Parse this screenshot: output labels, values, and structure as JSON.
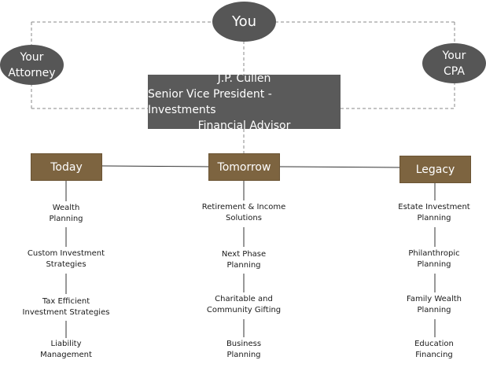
{
  "you": "You",
  "attorney": {
    "line1": "Your",
    "line2": "Attorney"
  },
  "cpa": {
    "line1": "Your",
    "line2": "CPA"
  },
  "advisor": {
    "name": "J.P. Cullen",
    "title": "Senior Vice President - Investments",
    "role": "Financial Advisor"
  },
  "columns": [
    {
      "label": "Today",
      "items": [
        [
          "Wealth",
          "Planning"
        ],
        [
          "Custom Investment",
          "Strategies"
        ],
        [
          "Tax Efficient",
          "Investment Strategies"
        ],
        [
          "Liability",
          "Management"
        ]
      ]
    },
    {
      "label": "Tomorrow",
      "items": [
        [
          "Retirement & Income",
          "Solutions"
        ],
        [
          "Next Phase",
          "Planning"
        ],
        [
          "Charitable and",
          "Community Gifting"
        ],
        [
          "Business",
          "Planning"
        ]
      ]
    },
    {
      "label": "Legacy",
      "items": [
        [
          "Estate Investment",
          "Planning"
        ],
        [
          "Philanthropic",
          "Planning"
        ],
        [
          "Family Wealth",
          "Planning"
        ],
        [
          "Education",
          "Financing"
        ]
      ]
    }
  ],
  "colors": {
    "node": "#565656",
    "category": "#7d6440",
    "line": "#333333",
    "dashed": "#8a8a8a"
  }
}
